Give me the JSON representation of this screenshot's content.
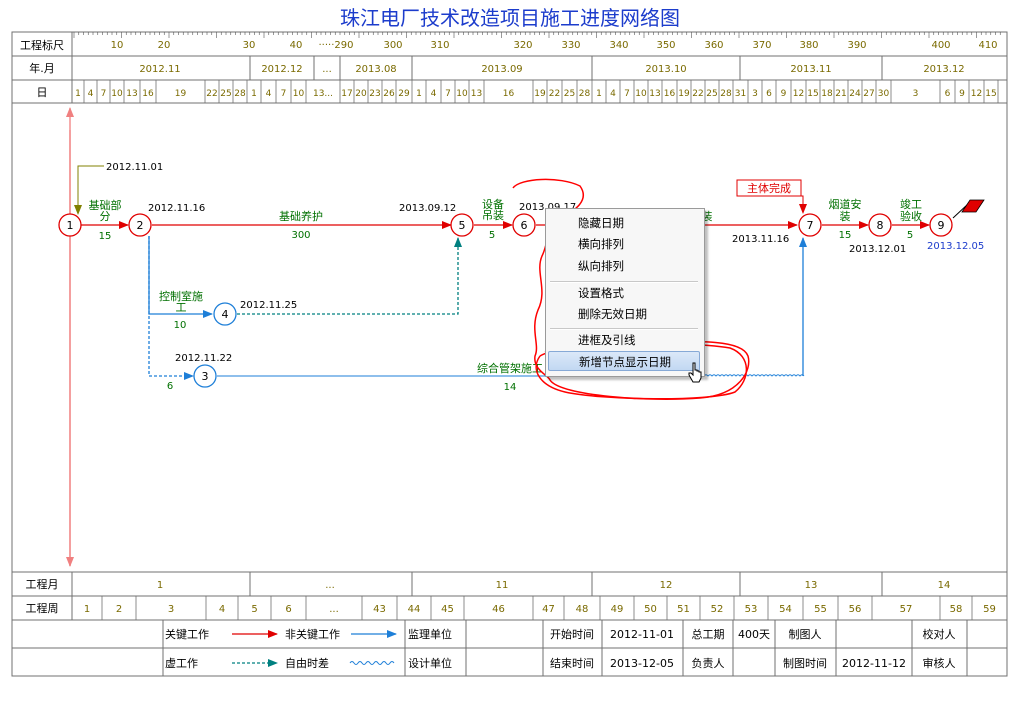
{
  "title": "珠江电厂技术改造项目施工进度网络图",
  "header": {
    "scale_label": "工程标尺",
    "month_label": "年.月",
    "day_label": "日",
    "scale_ticks": [
      "10",
      "20",
      "30",
      "40",
      "·····290",
      "300",
      "310",
      "320",
      "330",
      "340",
      "350",
      "360",
      "370",
      "380",
      "390",
      "400",
      "410"
    ],
    "months": [
      "2012.11",
      "2012.12",
      "...",
      "2013.08",
      "2013.09",
      "2013.10",
      "2013.11",
      "2013.12"
    ],
    "days": [
      "1",
      "4",
      "7",
      "10",
      "13",
      "16",
      "19",
      "22",
      "25",
      "28",
      "1",
      "4",
      "7",
      "10",
      "13...",
      "17",
      "20",
      "23",
      "26",
      "29",
      "1",
      "4",
      "7",
      "10",
      "13",
      "16",
      "19",
      "22",
      "25",
      "28",
      "1",
      "4",
      "7",
      "10",
      "13",
      "16",
      "19",
      "22",
      "25",
      "28",
      "31",
      "3",
      "6",
      "9",
      "12",
      "15",
      "18",
      "21",
      "24",
      "27",
      "30",
      "3",
      "6",
      "9",
      "12",
      "15"
    ]
  },
  "footer": {
    "proj_month_label": "工程月",
    "proj_week_label": "工程周",
    "proj_months": [
      "1",
      "...",
      "11",
      "12",
      "13",
      "14"
    ],
    "proj_weeks": [
      "1",
      "2",
      "3",
      "4",
      "5",
      "6",
      "...",
      "43",
      "44",
      "45",
      "46",
      "47",
      "48",
      "49",
      "50",
      "51",
      "52",
      "53",
      "54",
      "55",
      "56",
      "57",
      "58",
      "59"
    ]
  },
  "legend": {
    "key_work": "关键工作",
    "non_key_work": "非关键工作",
    "supervisor": "监理单位",
    "virtual_work": "虚工作",
    "free_float": "自由时差",
    "design_unit": "设计单位",
    "start_time_label": "开始时间",
    "start_time": "2012-11-01",
    "total_duration_label": "总工期",
    "total_duration": "400天",
    "drawer_label": "制图人",
    "checker_label": "校对人",
    "end_time_label": "结束时间",
    "end_time": "2013-12-05",
    "owner_label": "负责人",
    "draw_time_label": "制图时间",
    "draw_time": "2012-11-12",
    "reviewer_label": "审核人"
  },
  "network": {
    "nodes": [
      "1",
      "2",
      "3",
      "4",
      "5",
      "6",
      "7",
      "8",
      "9"
    ],
    "dates": {
      "d1": "2012.11.01",
      "d2": "2012.11.16",
      "d3": "2012.11.22",
      "d4": "2012.11.25",
      "d5": "2013.09.12",
      "d6": "2013.09.17",
      "d7": "2013.11.16",
      "d8": "2013.12.01",
      "d9": "2013.12.05"
    },
    "tasks": {
      "t12_a": "基础部",
      "t12_b": "分",
      "t12_dur": "15",
      "t25": "基础养护",
      "t25_dur": "300",
      "t56_a": "设备",
      "t56_b": "吊装",
      "t56_dur": "5",
      "t67_tail": "装",
      "t24_a": "控制室施",
      "t24_b": "工",
      "t24_dur": "10",
      "t13_dur": "6",
      "t37": "综合管架施工",
      "t37_dur": "14",
      "t78_a": "烟道安",
      "t78_b": "装",
      "t78_dur": "15",
      "t89_a": "竣工",
      "t89_b": "验收",
      "t89_dur": "5"
    },
    "milestone": "主体完成"
  },
  "context_menu": {
    "items": [
      "隐藏日期",
      "横向排列",
      "纵向排列",
      "设置格式",
      "删除无效日期",
      "进框及引线",
      "新增节点显示日期"
    ]
  },
  "colors": {
    "critical": "#e00000",
    "noncritical": "#1e7fd8",
    "label_green": "#007000",
    "header_text": "#7a6a00",
    "title": "#1c3ccc",
    "annotation": "#ff0000"
  }
}
